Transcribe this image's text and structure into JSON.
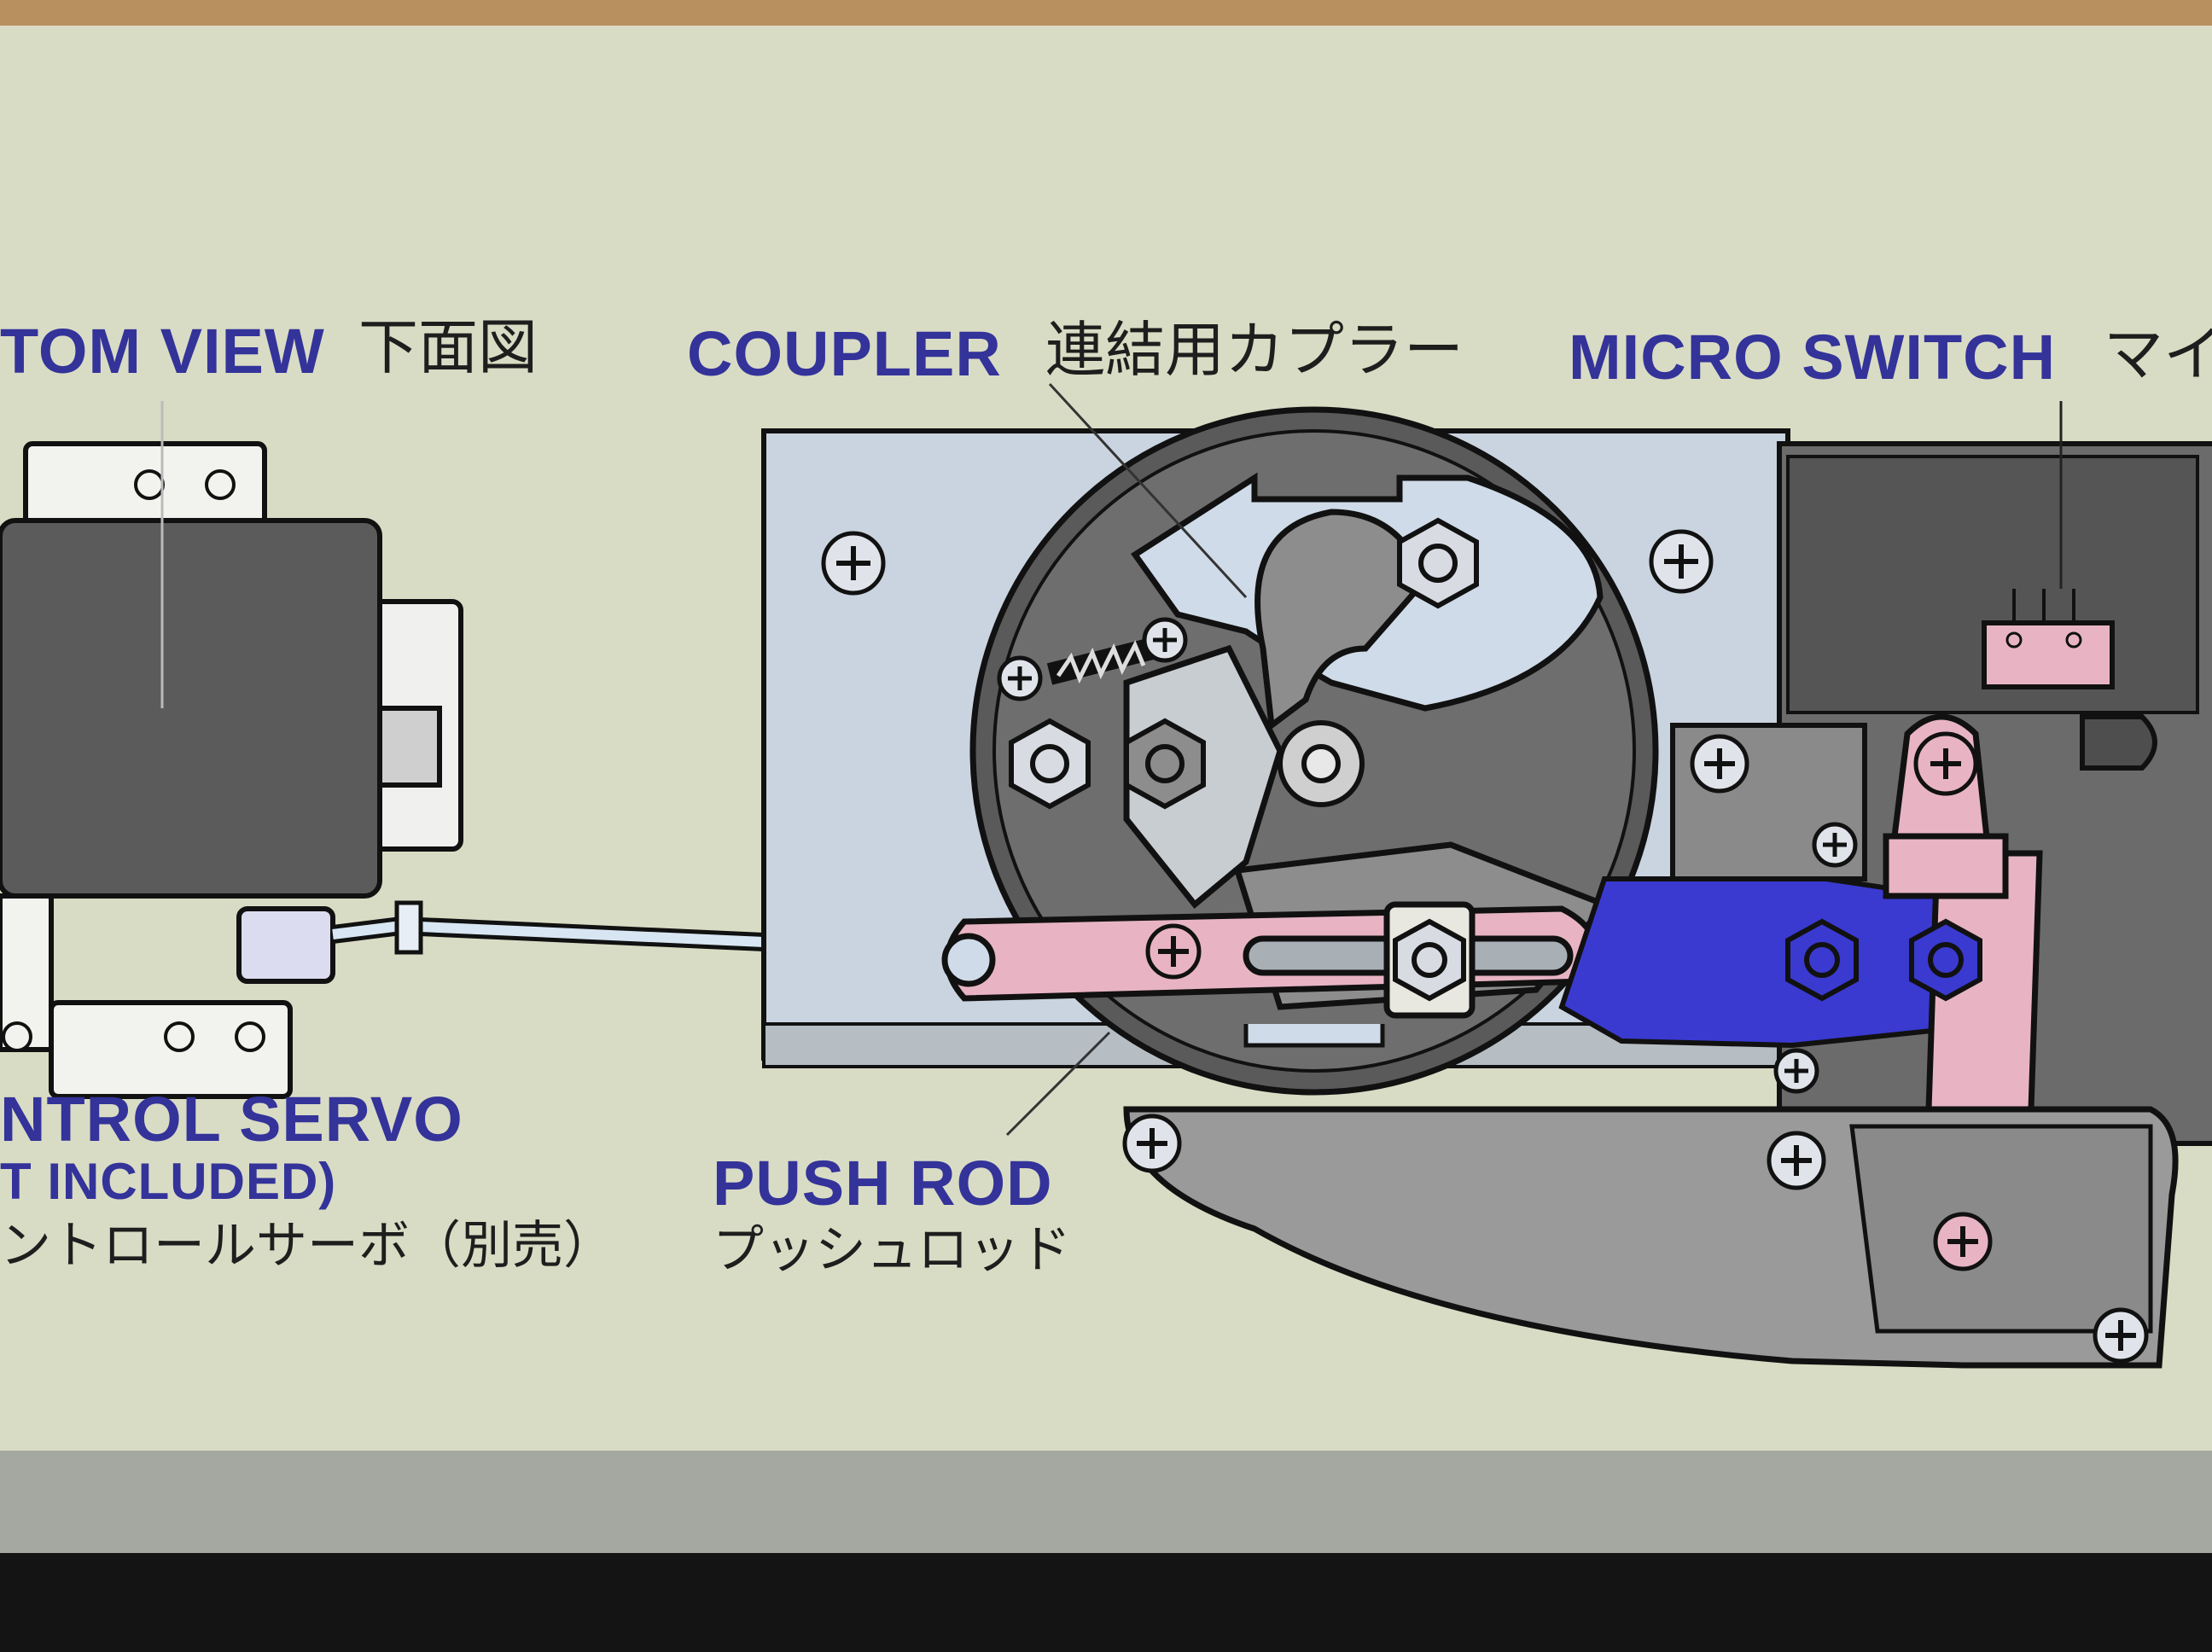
{
  "labels": {
    "bottom_view": {
      "en": "TOM VIEW",
      "jp": "下面図"
    },
    "coupler": {
      "en": "COUPLER",
      "jp": "連結用カプラー"
    },
    "micro_switch": {
      "en": "MICRO SWITCH",
      "jp": "マイ"
    },
    "servo": {
      "en_line1": "NTROL SERVO",
      "en_line2": "T INCLUDED)",
      "jp": "ントロールサーボ（別売）"
    },
    "push_rod": {
      "en": "PUSH ROD",
      "jp": "プッシュロッド"
    }
  },
  "colors": {
    "panel": "#d9dcc4",
    "label_blue": "#33339a",
    "part_pink": "#e8b4c4",
    "part_blue": "#3a3ad0",
    "part_dark": "#555555",
    "part_grey": "#9a9a9a",
    "plate_light": "#c9d4e0"
  },
  "icons": [
    "screw-icon",
    "hex-nut-icon"
  ]
}
